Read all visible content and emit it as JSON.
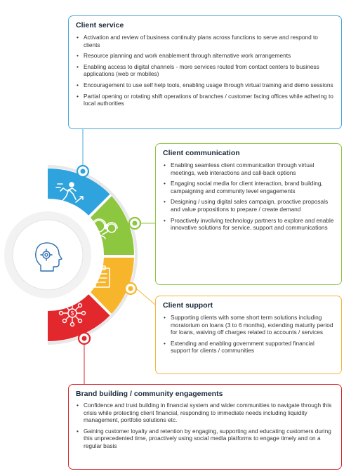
{
  "colors": {
    "blue": "#2ea3dd",
    "green": "#8dc63f",
    "orange": "#f7b52c",
    "red": "#e2272d"
  },
  "icons": {
    "center": "ai-head-gear-icon",
    "segment1": "running-person-icon",
    "segment2": "headset-support-icon",
    "segment3": "support-documents-icon",
    "segment4": "community-network-icon"
  },
  "sections": {
    "client_service": {
      "title": "Client service",
      "items": [
        "Activation and review of business continuity plans across functions to serve and respond to clients",
        "Resource planning and work enablement through alternative work arrangements",
        "Enabling access to digital channels - more services routed from contact centers to business applications (web or mobiles)",
        "Encouragement to use self help tools, enabling usage through virtual training and demo sessions",
        "Partial opening or rotating shift operations of branches / customer facing offices while adhering to local authorities"
      ]
    },
    "client_communication": {
      "title": "Client communication",
      "items": [
        "Enabling seamless client communication through virtual meetings, web interactions and call-back options",
        "Engaging social media for client interaction, brand building, campaigning and community level engagements",
        "Designing / using digital sales campaign, proactive proposals and value propositions to prepare / create demand",
        "Proactively involving technology partners to explore and enable innovative solutions for service, support and communications"
      ]
    },
    "client_support": {
      "title": "Client support",
      "items": [
        "Supporting clients with some short term solutions including moratorium on loans (3 to 6 months), extending maturity period for loans, waiving off charges related to accounts / services",
        "Extending and enabling government supported financial support for clients / communities"
      ]
    },
    "brand_building": {
      "title": "Brand building / community engagements",
      "items": [
        "Confidence and trust building in financial system and wider communities to navigate through this crisis while protecting client financial, responding to immediate needs including liquidity management, portfolio solutions etc.",
        "Gaining customer loyalty and retention by engaging, supporting and educating customers during this unprecedented time, proactively using social media platforms to engage timely and on a regular basis"
      ]
    }
  }
}
